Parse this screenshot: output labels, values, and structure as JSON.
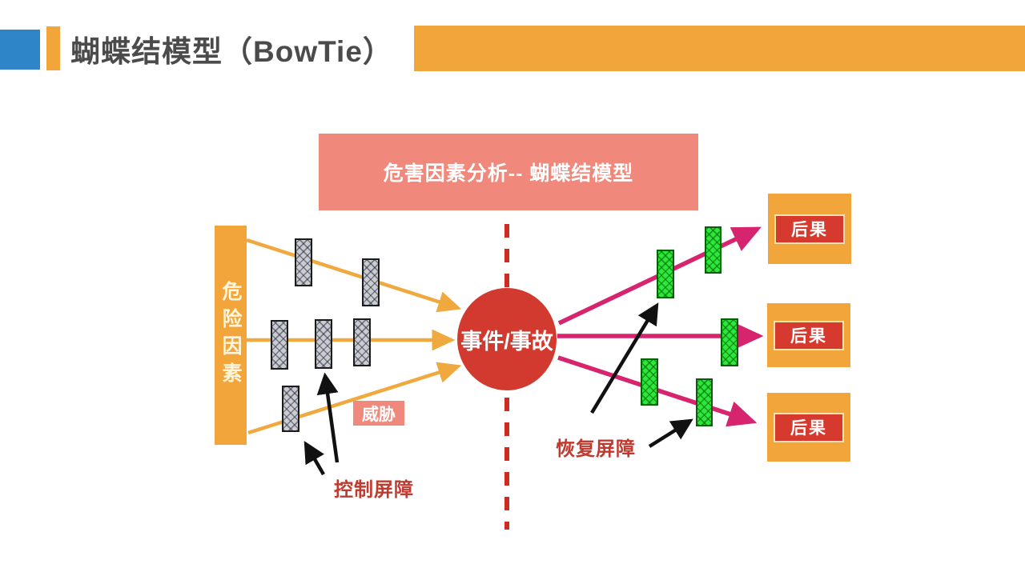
{
  "header": {
    "title": "蝴蝶结模型（BowTie）",
    "accent_blue": "#2E86C8",
    "accent_orange": "#F2A53A",
    "title_color": "#4B4B4B"
  },
  "diagram": {
    "subtitle_box": {
      "label": "危害因素分析-- 蝴蝶结模型",
      "bg": "#F0897B",
      "text_color": "#FFFFFF"
    },
    "hazard_bar": {
      "label": "危险因素",
      "bg": "#F2A53A",
      "text_color": "#FDF5DD"
    },
    "event_circle": {
      "label": "事件/事故",
      "bg": "#D23A30",
      "text_color": "#FFFFFF"
    },
    "threat_label": {
      "label": "威胁",
      "bg": "#F0897B",
      "text_color": "#FFFFFF"
    },
    "control_barrier_label": {
      "label": "控制屏障",
      "color": "#BF3B30"
    },
    "recovery_barrier_label": {
      "label": "恢复屏障",
      "color": "#BF3B30"
    },
    "consequences": [
      {
        "label": "后果"
      },
      {
        "label": "后果"
      },
      {
        "label": "后果"
      }
    ],
    "colors": {
      "threat_arrow": "#EFA93F",
      "consequence_arrow": "#D6256E",
      "annotation_arrow": "#111111",
      "center_dashed_line": "#CF2B20",
      "control_barrier_fill": "#C9CCD3",
      "recovery_barrier_fill": "#2EE63C",
      "consequence_outer": "#F2A53A",
      "consequence_inner": "#D6392E"
    },
    "counts": {
      "control_barriers": 6,
      "recovery_barriers": 5,
      "threat_lines": 3,
      "consequence_lines": 3
    }
  }
}
